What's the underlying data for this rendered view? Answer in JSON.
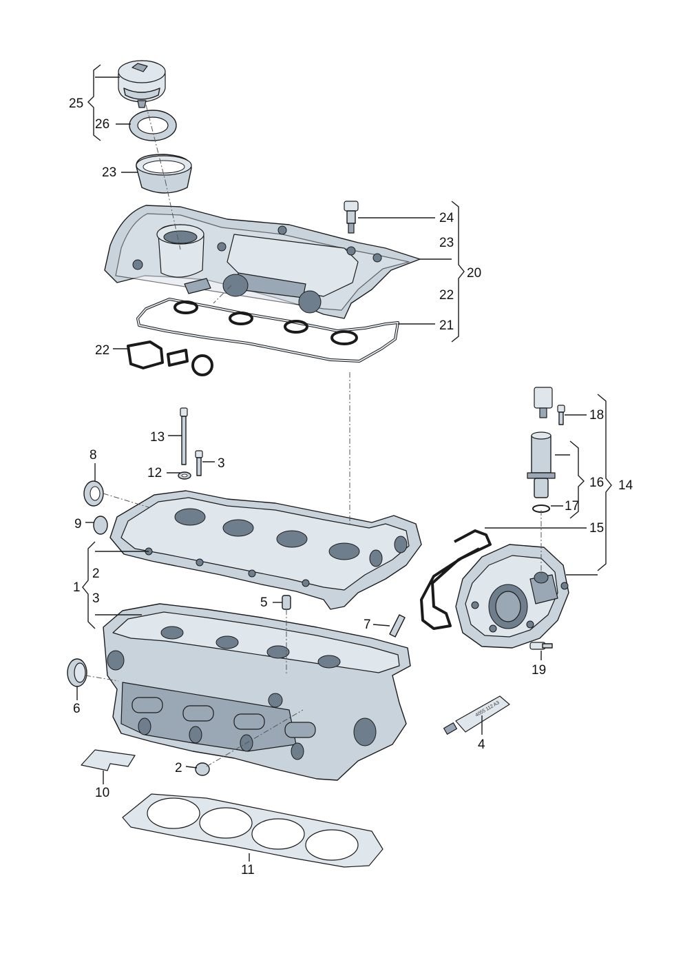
{
  "callouts": {
    "c25": "25",
    "c26": "26",
    "c23a": "23",
    "c24": "24",
    "c23b": "23",
    "c20": "20",
    "c22a": "22",
    "c21": "21",
    "c22b": "22",
    "c13": "13",
    "c3a": "3",
    "c12": "12",
    "c8": "8",
    "c9": "9",
    "c2a": "2",
    "c1": "1",
    "c3b": "3",
    "c5": "5",
    "c7": "7",
    "c6": "6",
    "c2b": "2",
    "c10": "10",
    "c11": "11",
    "c4": "4",
    "c18": "18",
    "c16": "16",
    "c14": "14",
    "c17": "17",
    "c15": "15",
    "c19": "19"
  },
  "tube_label": "4055 112 A3"
}
